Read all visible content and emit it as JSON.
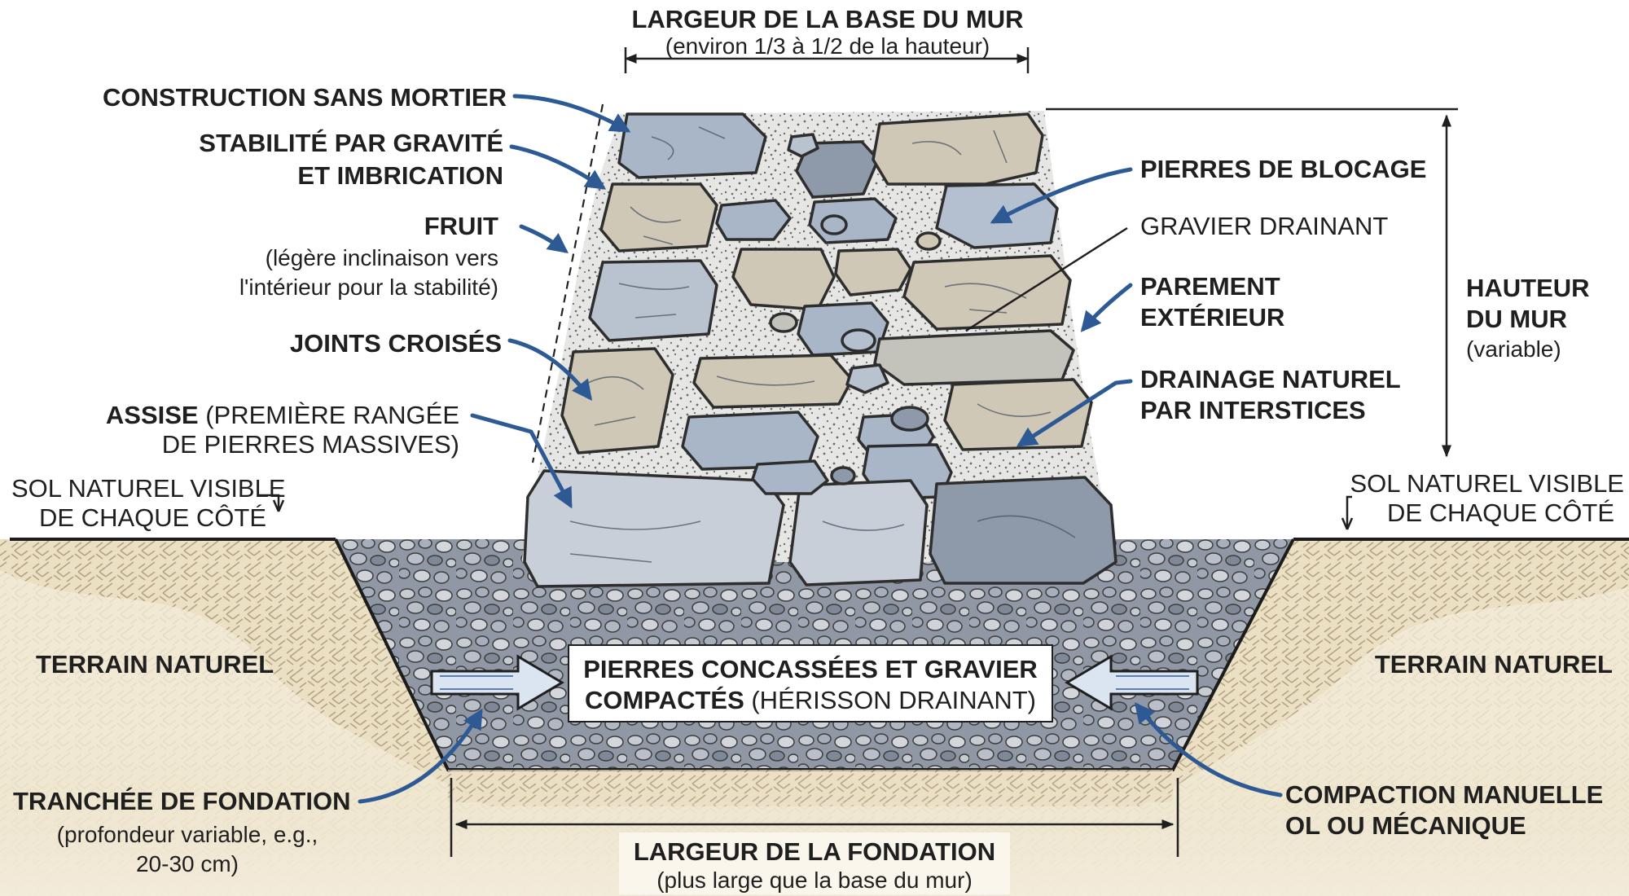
{
  "title": {
    "main": "LARGEUR DE LA BASE DU MUR",
    "sub": "(environ 1/3 à 1/2 de la hauteur)"
  },
  "labels": {
    "construction": "CONSTRUCTION SANS MORTIER",
    "stabilite_1": "STABILITÉ PAR GRAVITÉ",
    "stabilite_2": "ET IMBRICATION",
    "fruit": "FRUIT",
    "fruit_note_1": "(légère inclinaison vers",
    "fruit_note_2": "l'intérieur pour la stabilité)",
    "joints": "JOINTS CROISÉS",
    "assise_bold": "ASSISE",
    "assise_rest": " (PREMIÈRE RANGÉE",
    "assise_2": "DE PIERRES MASSIVES)",
    "sol_left_1": "SOL NATUREL VISIBLE",
    "sol_left_2": "DE CHAQUE CÔTÉ",
    "sol_right_1": "SOL NATUREL VISIBLE",
    "sol_right_2": "DE CHAQUE CÔTÉ",
    "terrain_left": "TERRAIN NATUREL",
    "terrain_right": "TERRAIN NATUREL",
    "pierres_blocage": "PIERRES DE BLOCAGE",
    "gravier": "GRAVIER DRAINANT",
    "parement_1": "PAREMENT",
    "parement_2": "EXTÉRIEUR",
    "drainage_1": "DRAINAGE NATUREL",
    "drainage_2": "PAR INTERSTICES",
    "hauteur_1": "HAUTEUR",
    "hauteur_2": "DU MUR",
    "hauteur_3": "(variable)",
    "herisson_1": "PIERRES CONCASSÉES ET GRAVIER",
    "herisson_2_bold": "COMPACTÉS",
    "herisson_2_rest": " (HÉRISSON DRAINANT)",
    "tranchee": "TRANCHÉE DE FONDATION",
    "tranchee_2": "(profondeur variable, e.g.,",
    "tranchee_3": "20-30 cm)",
    "compaction_1": "COMPACTION MANUELLE",
    "compaction_2": "OL OU MÉCANIQUE",
    "fondation": "LARGEUR DE LA FONDATION",
    "fondation_2": "(plus large que la base du mur)"
  },
  "colors": {
    "pointer": "#2d5a94",
    "soil": "#efe5cf",
    "soil_hatch": "#b8a98a",
    "gravel_bg": "#9ba3ae",
    "stone_light": "#c9cfd8",
    "stone_blue": "#a9b6c8",
    "stone_tan": "#cfc8b6",
    "stone_dark": "#8e99aa",
    "arrow_fill": "#dbe5f2"
  }
}
